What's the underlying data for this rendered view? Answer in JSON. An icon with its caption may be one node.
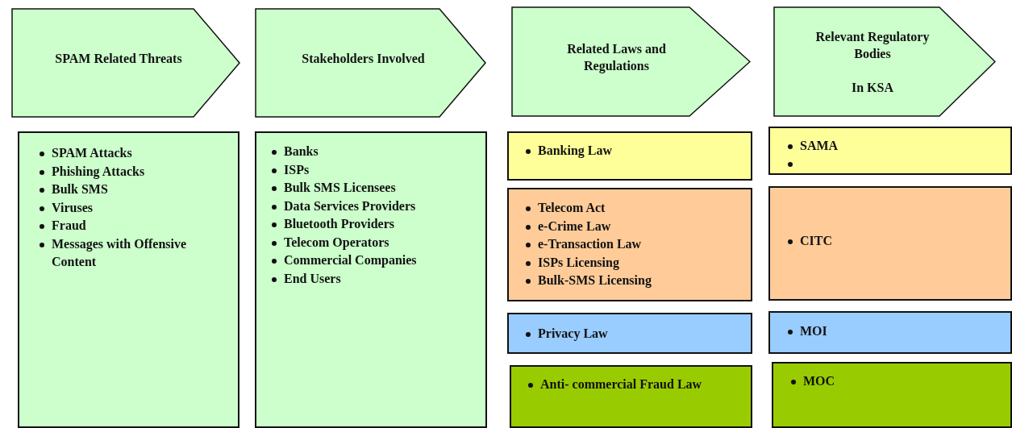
{
  "diagram": {
    "nodes": [
      {
        "text": [
          "SPAM Related Threats"
        ]
      },
      {
        "text": [
          "Stakeholders Involved"
        ]
      },
      {
        "text": [
          "Related Laws and Regulations"
        ]
      },
      {
        "text": [
          "Relevant Regulatory Bodies",
          "In KSA"
        ]
      },
      {
        "text": [
          "SPAM Attacks",
          "Phishing Attacks",
          "Bulk SMS",
          "Viruses",
          "Fraud",
          "Messages with Offensive Content"
        ]
      },
      {
        "text": [
          "Banks",
          "ISPs",
          "Bulk SMS Licensees",
          "Data Services Providers",
          "Bluetooth Providers",
          "Telecom Operators",
          "Commercial Companies",
          "End Users"
        ]
      },
      {
        "text": [
          "Banking Law"
        ]
      },
      {
        "text": [
          "Telecom Act",
          "e-Crime Law",
          "e-Transaction Law",
          "ISPs Licensing",
          "Bulk-SMS Licensing"
        ]
      },
      {
        "text": [
          "Privacy Law"
        ]
      },
      {
        "text": [
          "Anti- commercial Fraud Law"
        ]
      },
      {
        "text": [
          "SAMA"
        ]
      },
      {
        "text": [
          "CITC"
        ]
      },
      {
        "text": [
          "MOI"
        ]
      },
      {
        "text": [
          "MOC"
        ]
      }
    ]
  }
}
